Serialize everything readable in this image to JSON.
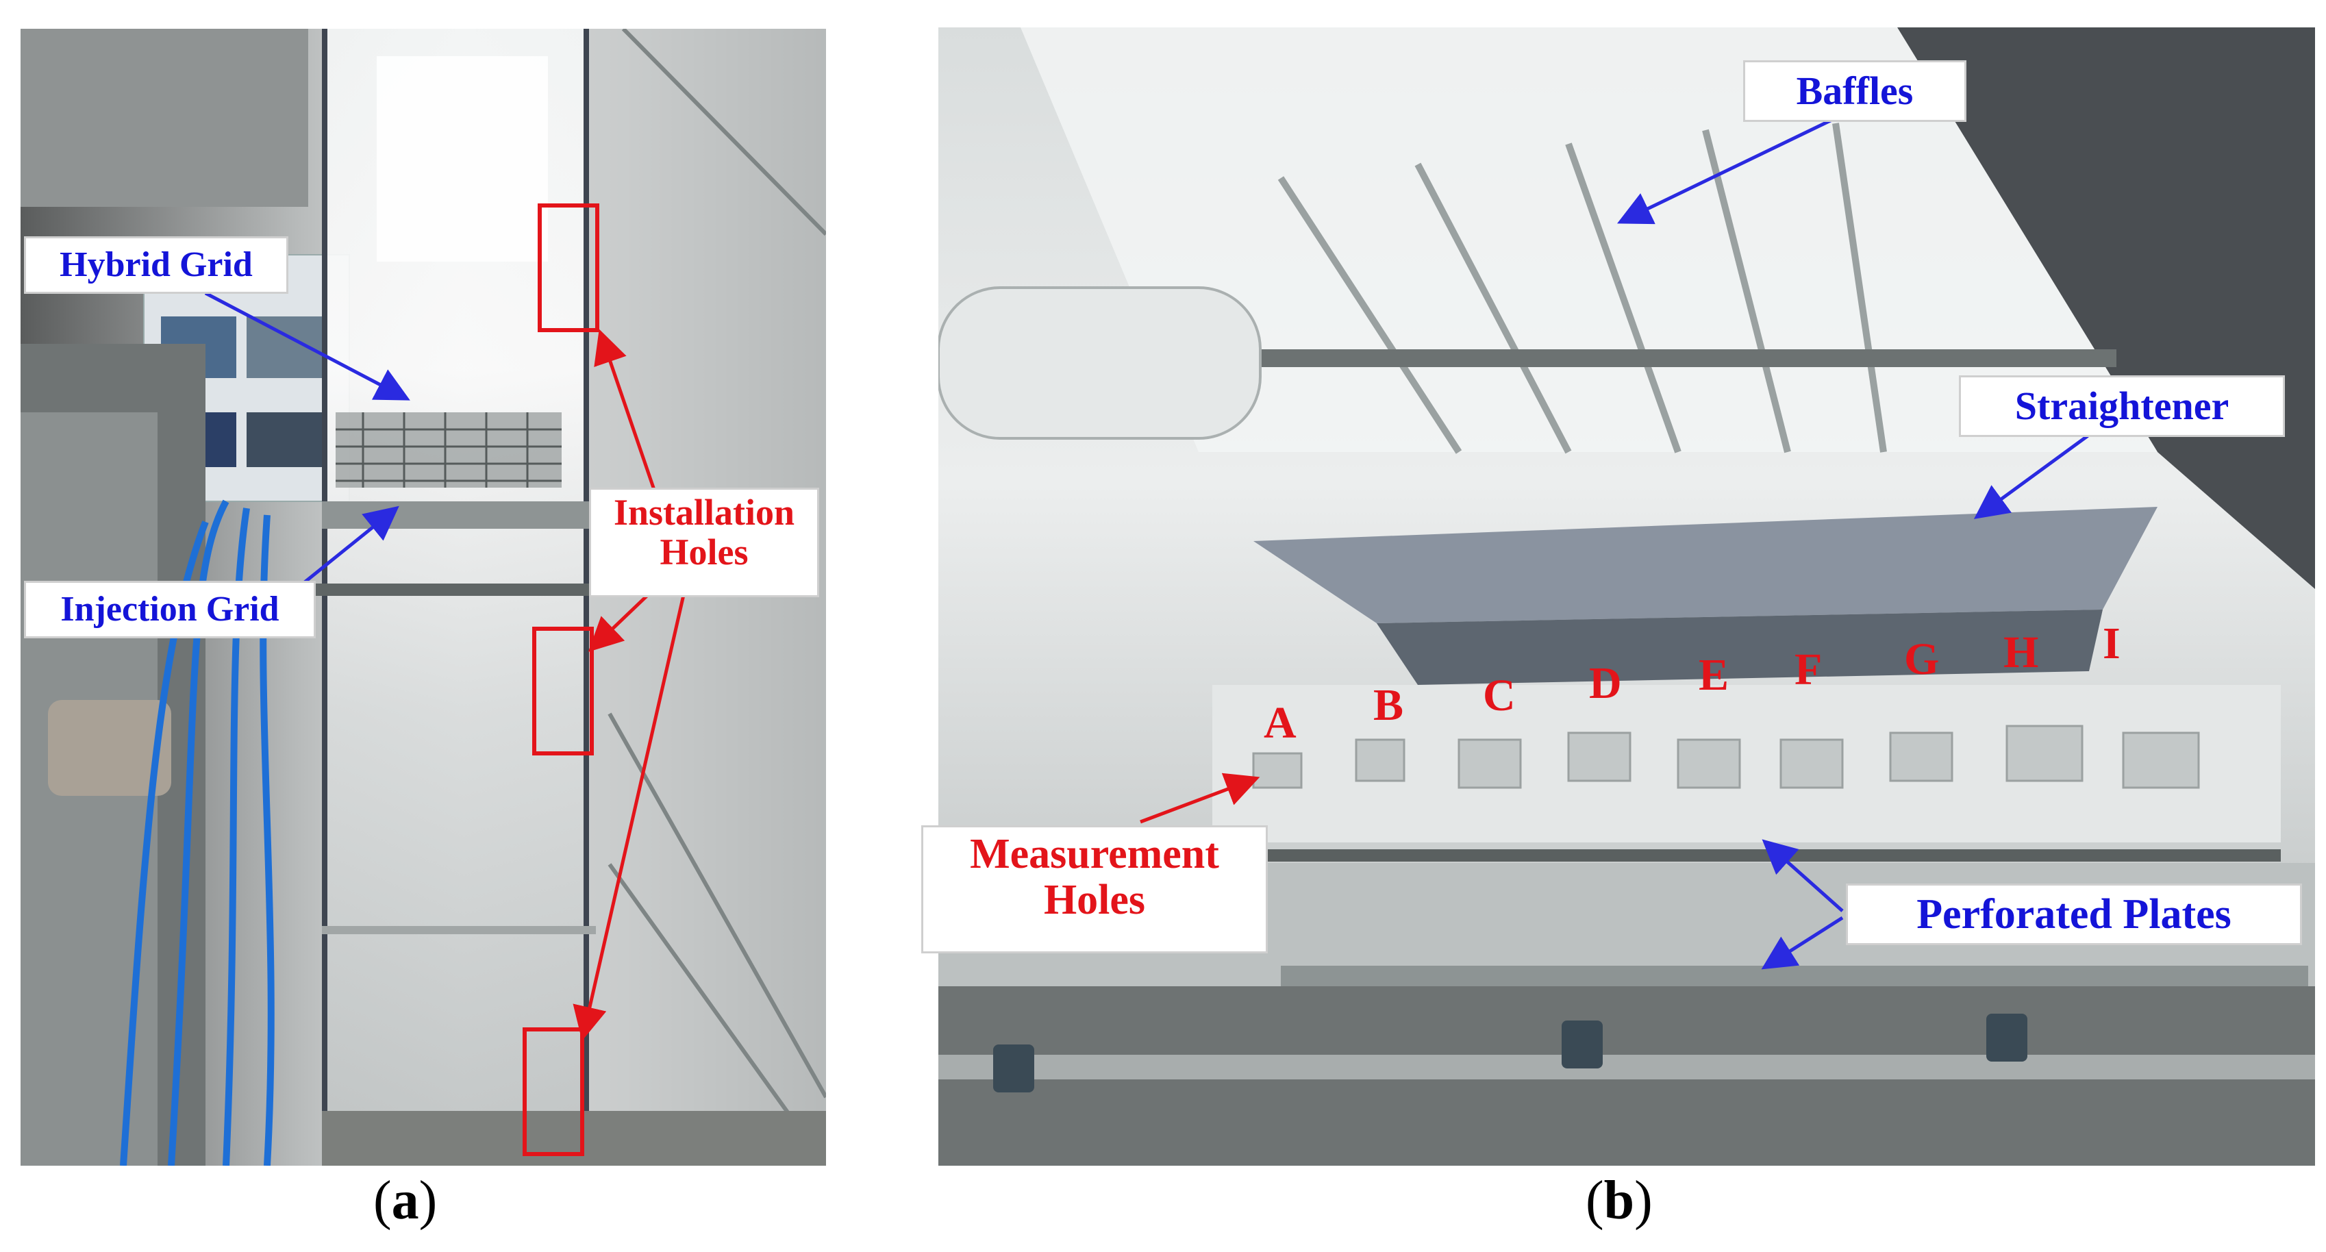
{
  "panel_a": {
    "caption": "a",
    "labels": {
      "hybrid_grid": "Hybrid Grid",
      "injection_grid": "Injection Grid",
      "installation_holes_line1": "Installation",
      "installation_holes_line2": "Holes"
    }
  },
  "panel_b": {
    "caption": "b",
    "labels": {
      "baffles": "Baffles",
      "straightener": "Straightener",
      "measurement_holes_line1": "Measurement",
      "measurement_holes_line2": "Holes",
      "perforated_plates": "Perforated Plates"
    },
    "hole_letters": [
      "A",
      "B",
      "C",
      "D",
      "E",
      "F",
      "G",
      "H",
      "I"
    ]
  },
  "colors": {
    "label_blue": "#1414d8",
    "label_red": "#e3141a",
    "arrow_blue": "#2a2ae0",
    "arrow_red": "#e3141a"
  }
}
